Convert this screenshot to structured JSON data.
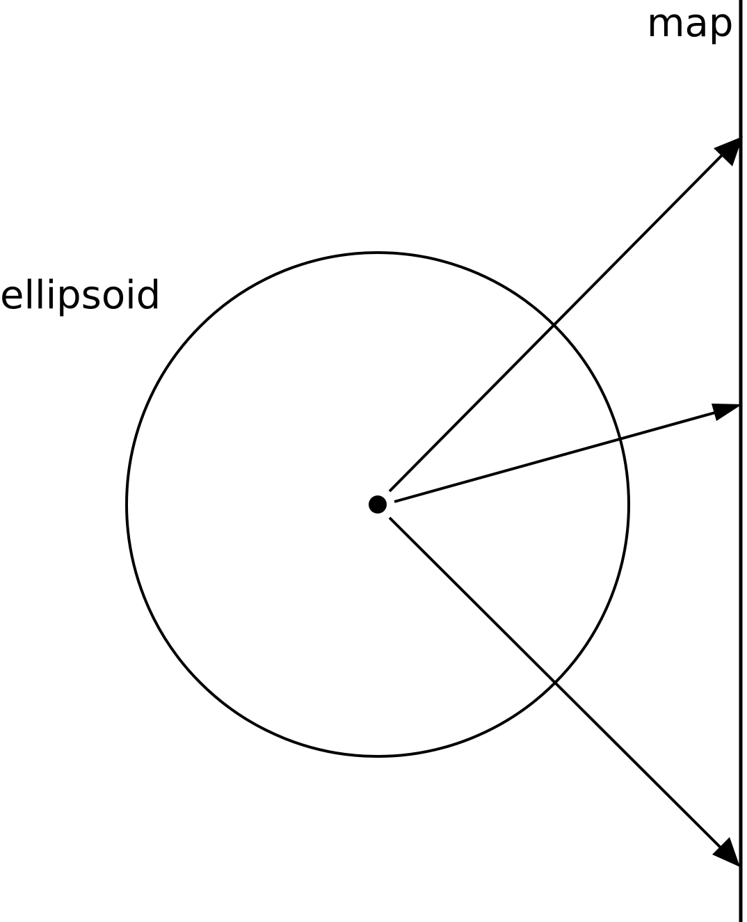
{
  "labels": {
    "map": "map",
    "ellipsoid": "ellipsoid"
  },
  "colors": {
    "stroke": "#000000",
    "background": "#ffffff"
  },
  "arrows": [
    {
      "direction": "upper-right"
    },
    {
      "direction": "right"
    },
    {
      "direction": "lower-right"
    }
  ]
}
